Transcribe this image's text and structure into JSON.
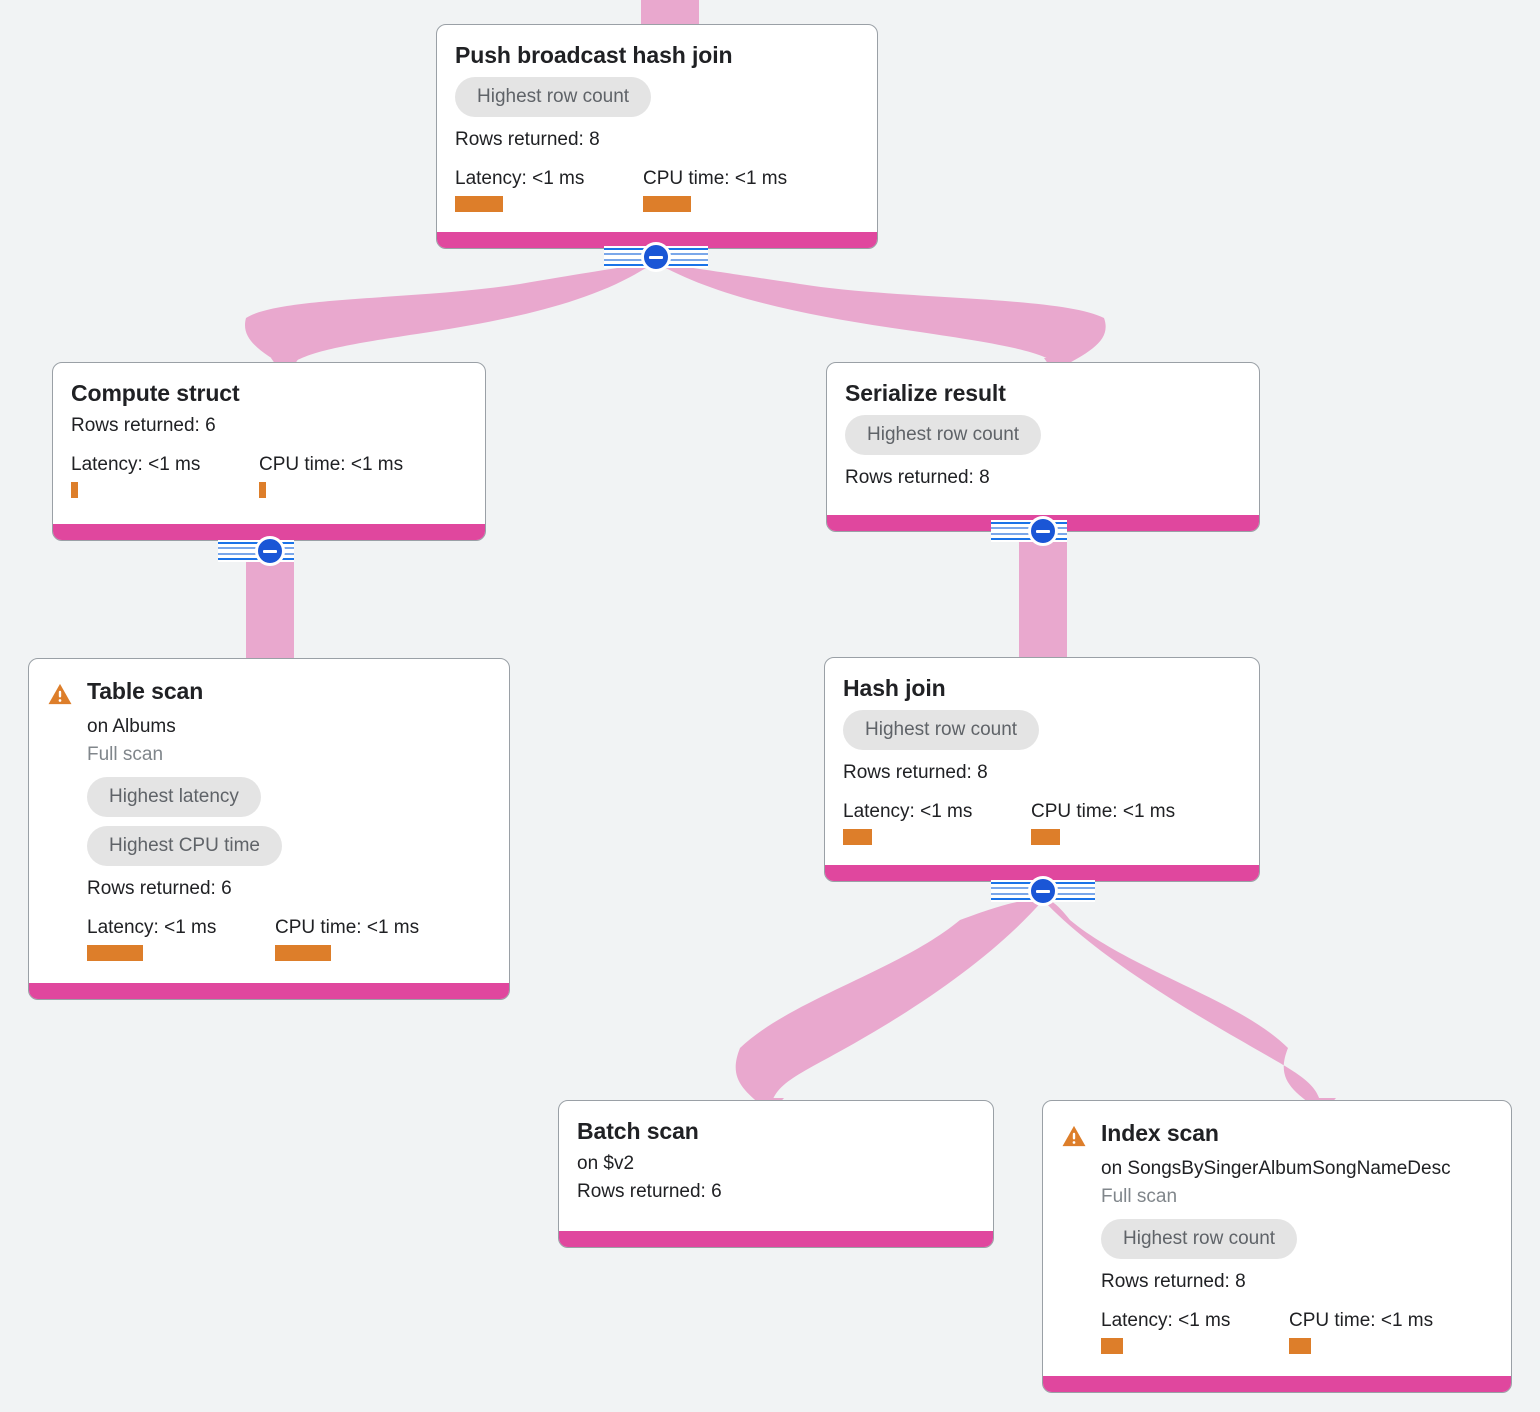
{
  "colors": {
    "background": "#f1f3f4",
    "card_border": "#9aa0a6",
    "card_footer_pink": "#e0479e",
    "edge_pink": "#e9a8ce",
    "metric_bar_orange": "#dd7e2a",
    "pill_background": "#e4e4e4",
    "pill_text": "#5f6368",
    "warning_orange": "#dd7e2a",
    "toggle_blue": "#1a56d6",
    "title_text": "#202124",
    "muted_text": "#80868b"
  },
  "labels": {
    "rows_returned_prefix": "Rows returned:",
    "latency_prefix": "Latency:",
    "cpu_prefix": "CPU time:",
    "on_prefix": "on"
  },
  "nodes": [
    {
      "id": "push-broadcast-hash-join",
      "title": "Push broadcast hash join",
      "warning": false,
      "target": null,
      "scan_type": null,
      "badges": [
        "Highest row count"
      ],
      "rows_returned": "Rows returned: 8",
      "latency": "Latency: <1 ms",
      "cpu_time": "CPU time: <1 ms",
      "latency_bar_width": 48,
      "cpu_bar_width": 48,
      "collapsible": true
    },
    {
      "id": "compute-struct",
      "title": "Compute struct",
      "warning": false,
      "target": null,
      "scan_type": null,
      "badges": [],
      "rows_returned": "Rows returned: 6",
      "latency": "Latency: <1 ms",
      "cpu_time": "CPU time: <1 ms",
      "latency_bar_width": 7,
      "cpu_bar_width": 7,
      "collapsible": true
    },
    {
      "id": "serialize-result",
      "title": "Serialize result",
      "warning": false,
      "target": null,
      "scan_type": null,
      "badges": [
        "Highest row count"
      ],
      "rows_returned": "Rows returned: 8",
      "latency": null,
      "cpu_time": null,
      "latency_bar_width": 0,
      "cpu_bar_width": 0,
      "collapsible": true
    },
    {
      "id": "table-scan",
      "title": "Table scan",
      "warning": true,
      "target": "on Albums",
      "scan_type": "Full scan",
      "badges": [
        "Highest latency",
        "Highest CPU time"
      ],
      "rows_returned": "Rows returned: 6",
      "latency": "Latency: <1 ms",
      "cpu_time": "CPU time: <1 ms",
      "latency_bar_width": 56,
      "cpu_bar_width": 56,
      "collapsible": false
    },
    {
      "id": "hash-join",
      "title": "Hash join",
      "warning": false,
      "target": null,
      "scan_type": null,
      "badges": [
        "Highest row count"
      ],
      "rows_returned": "Rows returned: 8",
      "latency": "Latency: <1 ms",
      "cpu_time": "CPU time: <1 ms",
      "latency_bar_width": 29,
      "cpu_bar_width": 29,
      "collapsible": true
    },
    {
      "id": "batch-scan",
      "title": "Batch scan",
      "warning": false,
      "target": "on $v2",
      "scan_type": null,
      "badges": [],
      "rows_returned": "Rows returned: 6",
      "latency": null,
      "cpu_time": null,
      "latency_bar_width": 0,
      "cpu_bar_width": 0,
      "collapsible": false
    },
    {
      "id": "index-scan",
      "title": "Index scan",
      "warning": true,
      "target": "on SongsBySingerAlbumSongNameDesc",
      "scan_type": "Full scan",
      "badges": [
        "Highest row count"
      ],
      "rows_returned": "Rows returned: 8",
      "latency": "Latency: <1 ms",
      "cpu_time": "CPU time: <1 ms",
      "latency_bar_width": 22,
      "cpu_bar_width": 22,
      "collapsible": false
    }
  ],
  "edges": [
    {
      "from": "incoming-root",
      "to": "push-broadcast-hash-join"
    },
    {
      "from": "push-broadcast-hash-join",
      "to": "compute-struct"
    },
    {
      "from": "push-broadcast-hash-join",
      "to": "serialize-result"
    },
    {
      "from": "compute-struct",
      "to": "table-scan"
    },
    {
      "from": "serialize-result",
      "to": "hash-join"
    },
    {
      "from": "hash-join",
      "to": "batch-scan"
    },
    {
      "from": "hash-join",
      "to": "index-scan"
    }
  ]
}
